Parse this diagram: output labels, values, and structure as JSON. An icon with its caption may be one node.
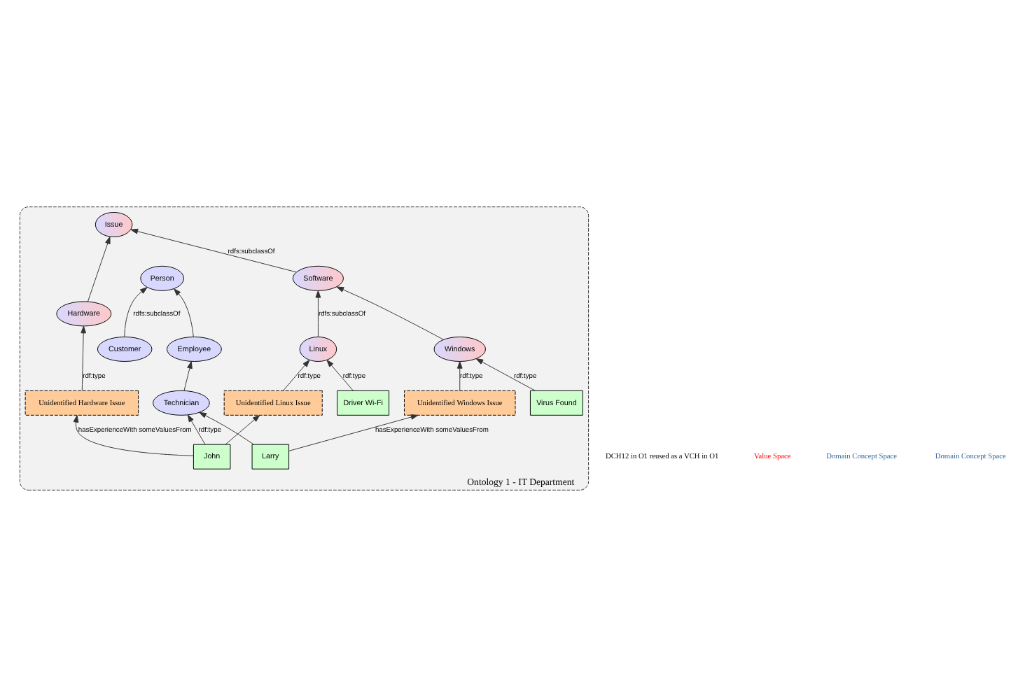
{
  "diagram": {
    "nodes": [
      {
        "text": [
          "Ontology 1 - IT Department"
        ]
      },
      {
        "text": [
          "Issue"
        ],
        "in": 0
      },
      {
        "text": [
          "Software"
        ],
        "in": 0
      },
      {
        "text": [
          "Hardware"
        ],
        "in": 0
      },
      {
        "text": [
          "Linux"
        ],
        "in": 0
      },
      {
        "text": [
          "Windows"
        ],
        "in": 0
      },
      {
        "text": [
          "Driver Wi-Fi"
        ],
        "in": 0
      },
      {
        "text": [
          "Virus Found"
        ],
        "in": 0
      },
      {
        "text": [
          "Unidentified Hardware Issue"
        ],
        "in": 0
      },
      {
        "text": [
          "Unidentified Linux Issue"
        ],
        "in": 0
      },
      {
        "text": [
          "Unidentified Windows Issue"
        ],
        "in": 0
      },
      {
        "text": [
          "Person"
        ],
        "in": 0
      },
      {
        "text": [
          "Customer"
        ],
        "in": 0
      },
      {
        "text": [
          "Employee"
        ],
        "in": 0
      },
      {
        "text": [
          "Technician"
        ],
        "in": 0
      },
      {
        "text": [
          "John"
        ],
        "in": 0
      },
      {
        "text": [
          "Larry"
        ],
        "in": 0
      }
    ],
    "edges": [
      {
        "from": 2,
        "to": 1,
        "arrow": "to",
        "label": "rdfs:subclassOf"
      },
      {
        "from": 3,
        "to": 1,
        "arrow": "to"
      },
      {
        "from": 4,
        "to": 2,
        "arrow": "to",
        "label": "rdfs:subclassOf"
      },
      {
        "from": 5,
        "to": 2,
        "arrow": "to"
      },
      {
        "from": 8,
        "to": 3,
        "arrow": "to",
        "label": "rdf:type"
      },
      {
        "from": 6,
        "to": 4,
        "arrow": "to",
        "label": "rdf:type"
      },
      {
        "from": 9,
        "to": 4,
        "arrow": "to",
        "label": "rdf:type"
      },
      {
        "from": 7,
        "to": 5,
        "arrow": "to",
        "label": "rdf:type"
      },
      {
        "from": 10,
        "to": 5,
        "arrow": "to",
        "label": "rdf:type"
      },
      {
        "from": 12,
        "to": 11,
        "arrow": "to",
        "label": "rdfs:subclassOf"
      },
      {
        "from": 13,
        "to": 11,
        "arrow": "to"
      },
      {
        "from": 14,
        "to": 13,
        "arrow": "to"
      },
      {
        "from": 15,
        "to": 14,
        "arrow": "to",
        "label": "rdf:type"
      },
      {
        "from": 16,
        "to": 14,
        "arrow": "to"
      },
      {
        "from": 15,
        "to": 8,
        "arrow": "to",
        "label": "hasExperienceWith someValuesFrom"
      },
      {
        "from": 15,
        "to": 9,
        "arrow": "to"
      },
      {
        "from": 16,
        "to": 10,
        "arrow": "to",
        "label": "hasExperienceWith someValuesFrom"
      }
    ],
    "labels": [
      "DCH12 in O1 reused as a VCH in O1",
      "Value Space",
      "Domain Concept Space",
      "Domain Concept Space"
    ]
  }
}
